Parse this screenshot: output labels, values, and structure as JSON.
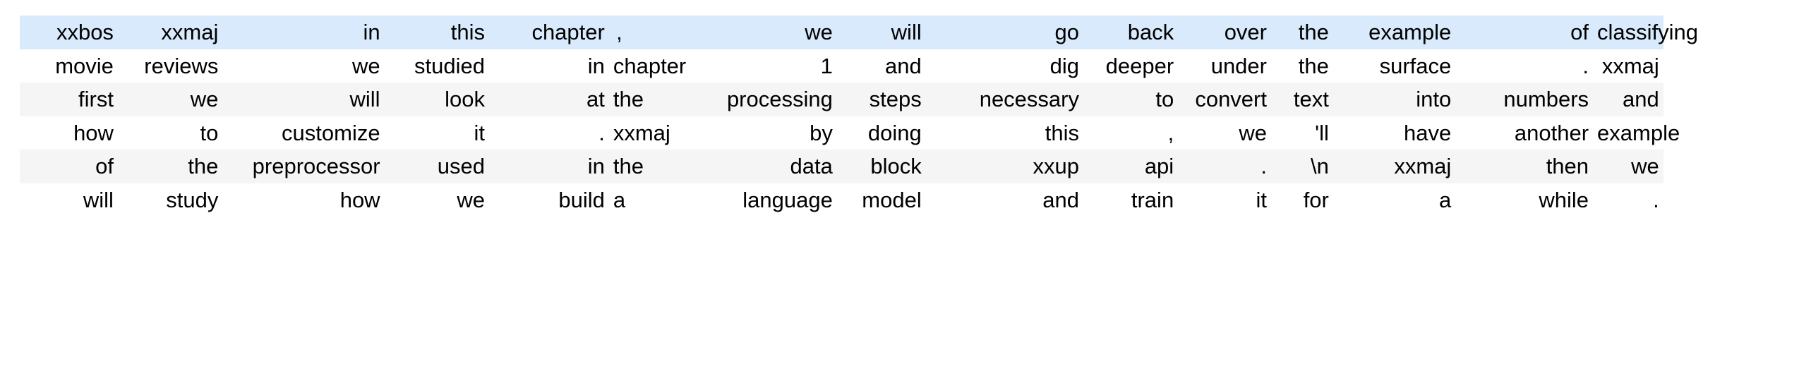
{
  "table": {
    "kind": "dataframe-token-table",
    "row_count": 6,
    "column_count": 16,
    "alignment": "right",
    "colors": {
      "page_background": "#ffffff",
      "row_default": "#ffffff",
      "row_stripe": "#f5f5f5",
      "row_highlight": "#d9eafc",
      "text": "#000000"
    },
    "rows": [
      {
        "style": "highlight",
        "cells": [
          "xxbos",
          "xxmaj",
          "in",
          "this",
          "chapter",
          ",",
          "we",
          "will",
          "go",
          "back",
          "over",
          "the",
          "example",
          "of",
          "classifying"
        ]
      },
      {
        "style": "default",
        "cells": [
          "movie",
          "reviews",
          "we",
          "studied",
          "in",
          "chapter",
          "1",
          "and",
          "dig",
          "deeper",
          "under",
          "the",
          "surface",
          ".",
          "xxmaj"
        ]
      },
      {
        "style": "stripe",
        "cells": [
          "first",
          "we",
          "will",
          "look",
          "at",
          "the",
          "processing",
          "steps",
          "necessary",
          "to",
          "convert",
          "text",
          "into",
          "numbers",
          "and"
        ]
      },
      {
        "style": "default",
        "cells": [
          "how",
          "to",
          "customize",
          "it",
          ".",
          "xxmaj",
          "by",
          "doing",
          "this",
          ",",
          "we",
          "'ll",
          "have",
          "another",
          "example"
        ]
      },
      {
        "style": "stripe",
        "cells": [
          "of",
          "the",
          "preprocessor",
          "used",
          "in",
          "the",
          "data",
          "block",
          "xxup",
          "api",
          ".",
          "\\n",
          "xxmaj",
          "then",
          "we"
        ]
      },
      {
        "style": "default",
        "cells": [
          "will",
          "study",
          "how",
          "we",
          "build",
          "a",
          "language",
          "model",
          "and",
          "train",
          "it",
          "for",
          "a",
          "while",
          "."
        ]
      }
    ]
  }
}
